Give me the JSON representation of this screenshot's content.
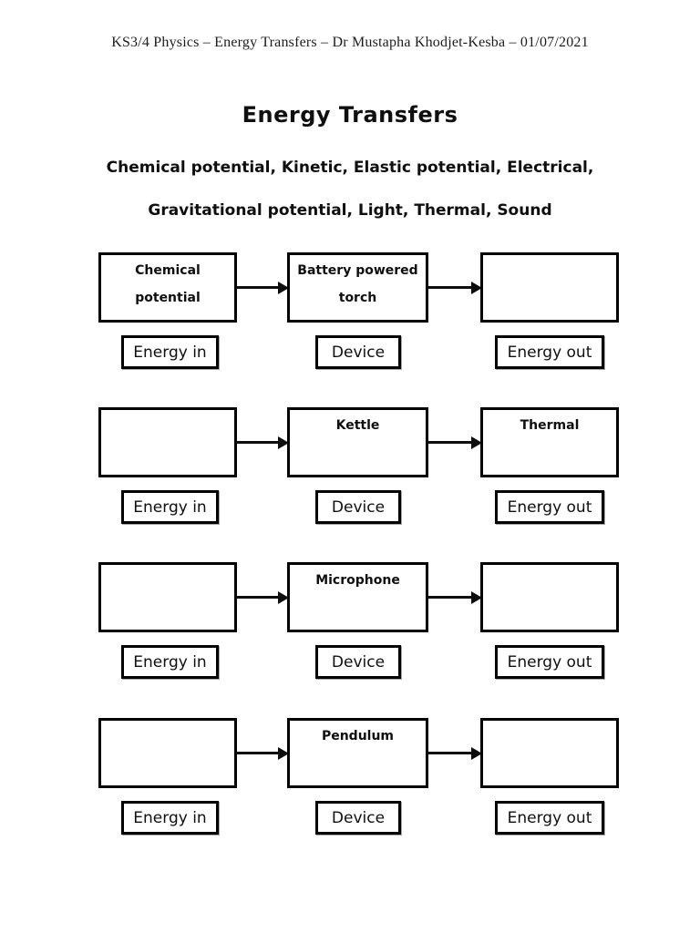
{
  "header": "KS3/4 Physics – Energy Transfers – Dr Mustapha Khodjet-Kesba – 01/07/2021",
  "title": "Energy Transfers",
  "subtitle_line1": "Chemical potential, Kinetic, Elastic potential, Electrical,",
  "subtitle_line2": "Gravitational potential, Light, Thermal, Sound",
  "column_labels": {
    "energy_in": "Energy in",
    "device": "Device",
    "energy_out": "Energy out"
  },
  "colors": {
    "box_border": "#000000",
    "text": "#0f0f0f",
    "background": "#ffffff"
  },
  "rows": [
    {
      "energy_in_box": {
        "line1": "Chemical",
        "line2": "potential"
      },
      "device_box": {
        "line1": "Battery powered",
        "line2": "torch"
      },
      "energy_out_box": {
        "line1": "",
        "line2": ""
      }
    },
    {
      "energy_in_box": {
        "line1": "",
        "line2": ""
      },
      "device_box": {
        "line1": "Kettle",
        "line2": ""
      },
      "energy_out_box": {
        "line1": "Thermal",
        "line2": ""
      }
    },
    {
      "energy_in_box": {
        "line1": "",
        "line2": ""
      },
      "device_box": {
        "line1": "Microphone",
        "line2": ""
      },
      "energy_out_box": {
        "line1": "",
        "line2": ""
      }
    },
    {
      "energy_in_box": {
        "line1": "",
        "line2": ""
      },
      "device_box": {
        "line1": "Pendulum",
        "line2": ""
      },
      "energy_out_box": {
        "line1": "",
        "line2": ""
      }
    }
  ]
}
